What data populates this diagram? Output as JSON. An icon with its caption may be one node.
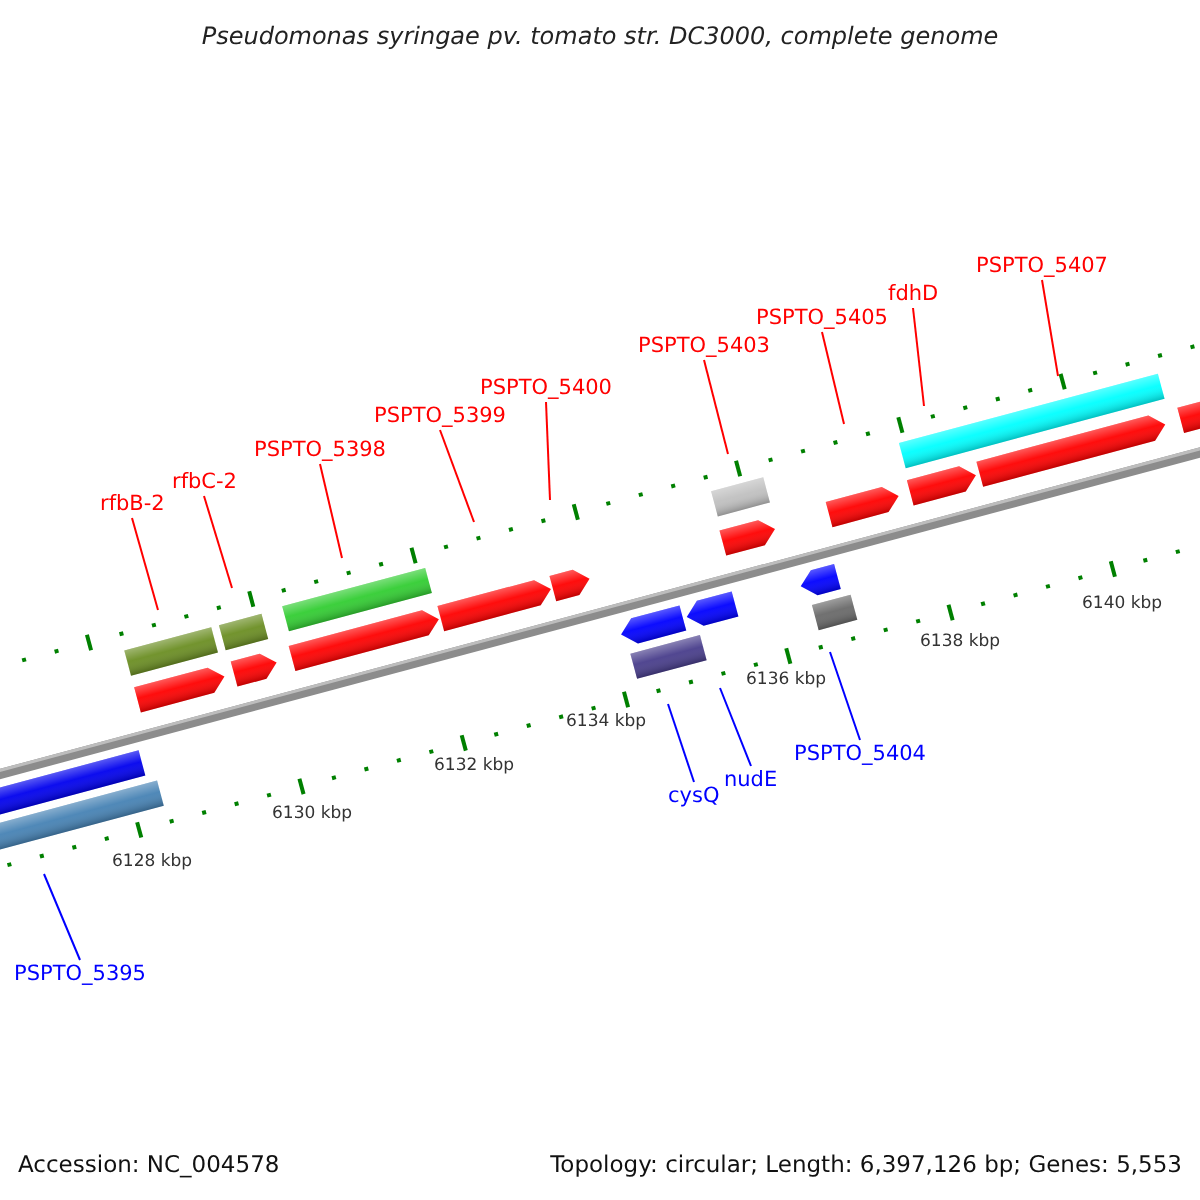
{
  "diagram": {
    "title": "Pseudomonas syringae pv. tomato str. DC3000, complete genome",
    "nodes": [
      {
        "text": [
          "rfbB-2"
        ]
      },
      {
        "text": [
          "rfbC-2"
        ]
      },
      {
        "text": [
          "PSPTO_5398"
        ]
      },
      {
        "text": [
          "PSPTO_5399"
        ]
      },
      {
        "text": [
          "PSPTO_5400"
        ]
      },
      {
        "text": [
          "PSPTO_5403"
        ]
      },
      {
        "text": [
          "PSPTO_5405"
        ]
      },
      {
        "text": [
          "fdhD"
        ]
      },
      {
        "text": [
          "PSPTO_5407"
        ]
      },
      {
        "text": [
          "PSPTO_5395"
        ]
      },
      {
        "text": [
          "cysQ"
        ]
      },
      {
        "text": [
          "nudE"
        ]
      },
      {
        "text": [
          "PSPTO_5404"
        ]
      }
    ],
    "edges": [
      {
        "from": 0,
        "to": null,
        "arrow": "none"
      },
      {
        "from": 1,
        "to": null,
        "arrow": "none"
      },
      {
        "from": 2,
        "to": null,
        "arrow": "none"
      },
      {
        "from": 3,
        "to": null,
        "arrow": "none"
      },
      {
        "from": 4,
        "to": null,
        "arrow": "none"
      },
      {
        "from": 5,
        "to": null,
        "arrow": "none"
      },
      {
        "from": 6,
        "to": null,
        "arrow": "none"
      },
      {
        "from": 7,
        "to": null,
        "arrow": "none"
      },
      {
        "from": 8,
        "to": null,
        "arrow": "none"
      },
      {
        "from": 9,
        "to": null,
        "arrow": "none",
        "color": "#0000ff"
      },
      {
        "from": 10,
        "to": null,
        "arrow": "none",
        "color": "#0000ff"
      },
      {
        "from": 11,
        "to": null,
        "arrow": "none",
        "color": "#0000ff"
      },
      {
        "from": 12,
        "to": null,
        "arrow": "none",
        "color": "#0000ff"
      }
    ],
    "labels": [
      "6128 kbp",
      "6130 kbp",
      "6132 kbp",
      "6134 kbp",
      "6136 kbp",
      "6138 kbp",
      "6140 kbp",
      "Accession: NC_004578",
      "Topology: circular; Length: 6,397,126 bp; Genes: 5,553"
    ]
  }
}
